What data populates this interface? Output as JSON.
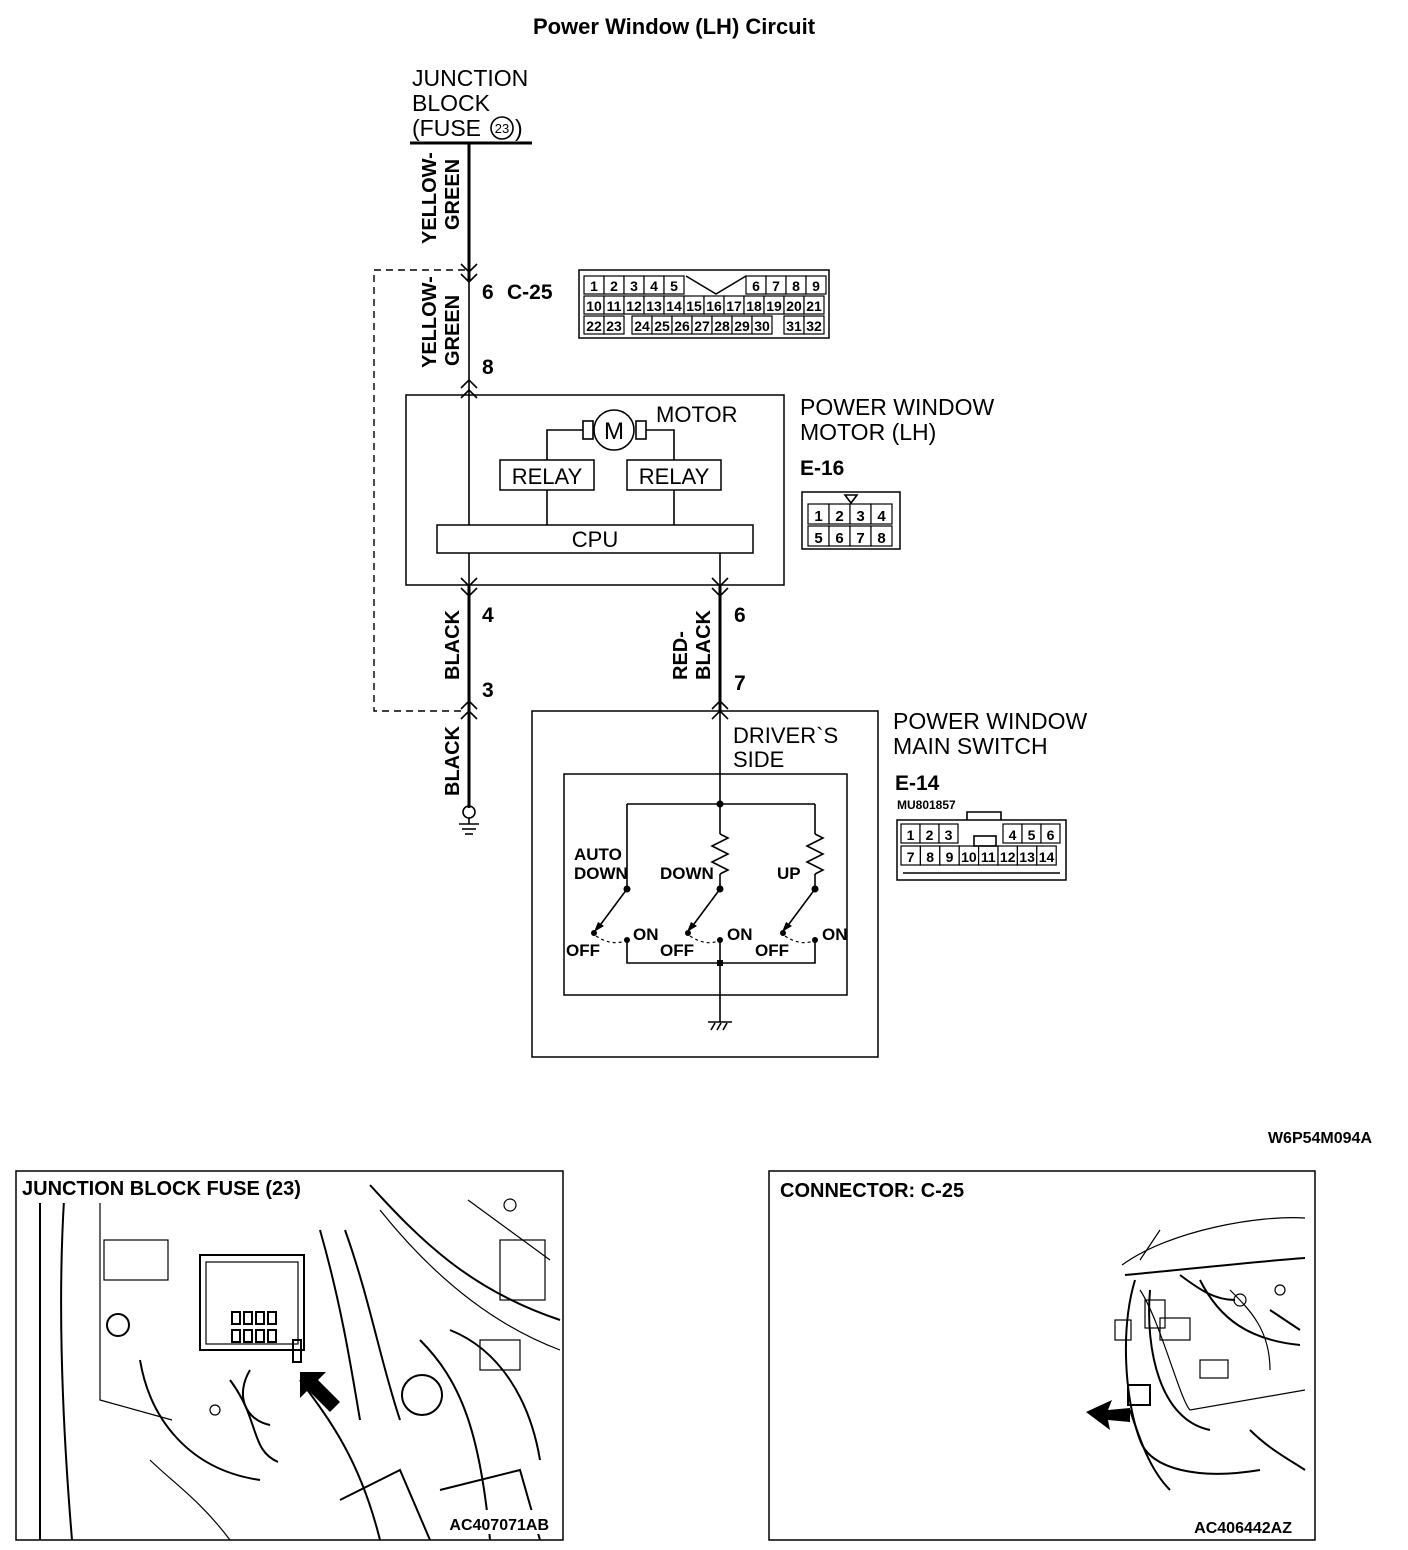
{
  "title": "Power Window (LH) Circuit",
  "figure_id": "W6P54M094A",
  "junction_block": {
    "line1": "JUNCTION",
    "line2": "BLOCK",
    "line3_prefix": "(FUSE",
    "fuse_number": "23",
    "line3_suffix": ")"
  },
  "wires": {
    "top_color_1": "YELLOW-",
    "top_color_2": "GREEN",
    "mid_color_1": "YELLOW-",
    "mid_color_2": "GREEN",
    "left_lower": "BLACK",
    "ground_wire": "BLACK",
    "right_color_1": "RED-",
    "right_color_2": "BLACK"
  },
  "pins": {
    "c25_upper": "6",
    "c25_lower": "8",
    "motor_left": "4",
    "ground_pin": "3",
    "motor_right": "6",
    "switch_pin": "7"
  },
  "connector_c25": {
    "label": "C-25",
    "row1_left": [
      "1",
      "2",
      "3",
      "4",
      "5"
    ],
    "row1_right": [
      "6",
      "7",
      "8",
      "9"
    ],
    "row2": [
      "10",
      "11",
      "12",
      "13",
      "14",
      "15",
      "16",
      "17",
      "18",
      "19",
      "20",
      "21"
    ],
    "row3_a": [
      "22",
      "23"
    ],
    "row3_b": [
      "24",
      "25",
      "26",
      "27",
      "28",
      "29",
      "30"
    ],
    "row3_c": [
      "31",
      "32"
    ]
  },
  "motor_unit": {
    "motor_label": "MOTOR",
    "motor_symbol": "M",
    "relay_left": "RELAY",
    "relay_right": "RELAY",
    "cpu": "CPU",
    "name_line1": "POWER WINDOW",
    "name_line2": "MOTOR (LH)",
    "connector_id": "E-16",
    "connector_row1": [
      "1",
      "2",
      "3",
      "4"
    ],
    "connector_row2": [
      "5",
      "6",
      "7",
      "8"
    ]
  },
  "main_switch": {
    "drivers_line1": "DRIVER`S",
    "drivers_line2": "SIDE",
    "auto_down_1": "AUTO",
    "auto_down_2": "DOWN",
    "down": "DOWN",
    "up": "UP",
    "off": "OFF",
    "on": "ON",
    "name_line1": "POWER WINDOW",
    "name_line2": "MAIN SWITCH",
    "connector_id": "E-14",
    "part_number": "MU801857",
    "connector_row1_left": [
      "1",
      "2",
      "3"
    ],
    "connector_row1_right": [
      "4",
      "5",
      "6"
    ],
    "connector_row2": [
      "7",
      "8",
      "9",
      "10",
      "11",
      "12",
      "13",
      "14"
    ]
  },
  "photo_left": {
    "title": "JUNCTION BLOCK FUSE (23)",
    "code": "AC407071AB"
  },
  "photo_right": {
    "title": "CONNECTOR: C-25",
    "code": "AC406442AZ"
  }
}
